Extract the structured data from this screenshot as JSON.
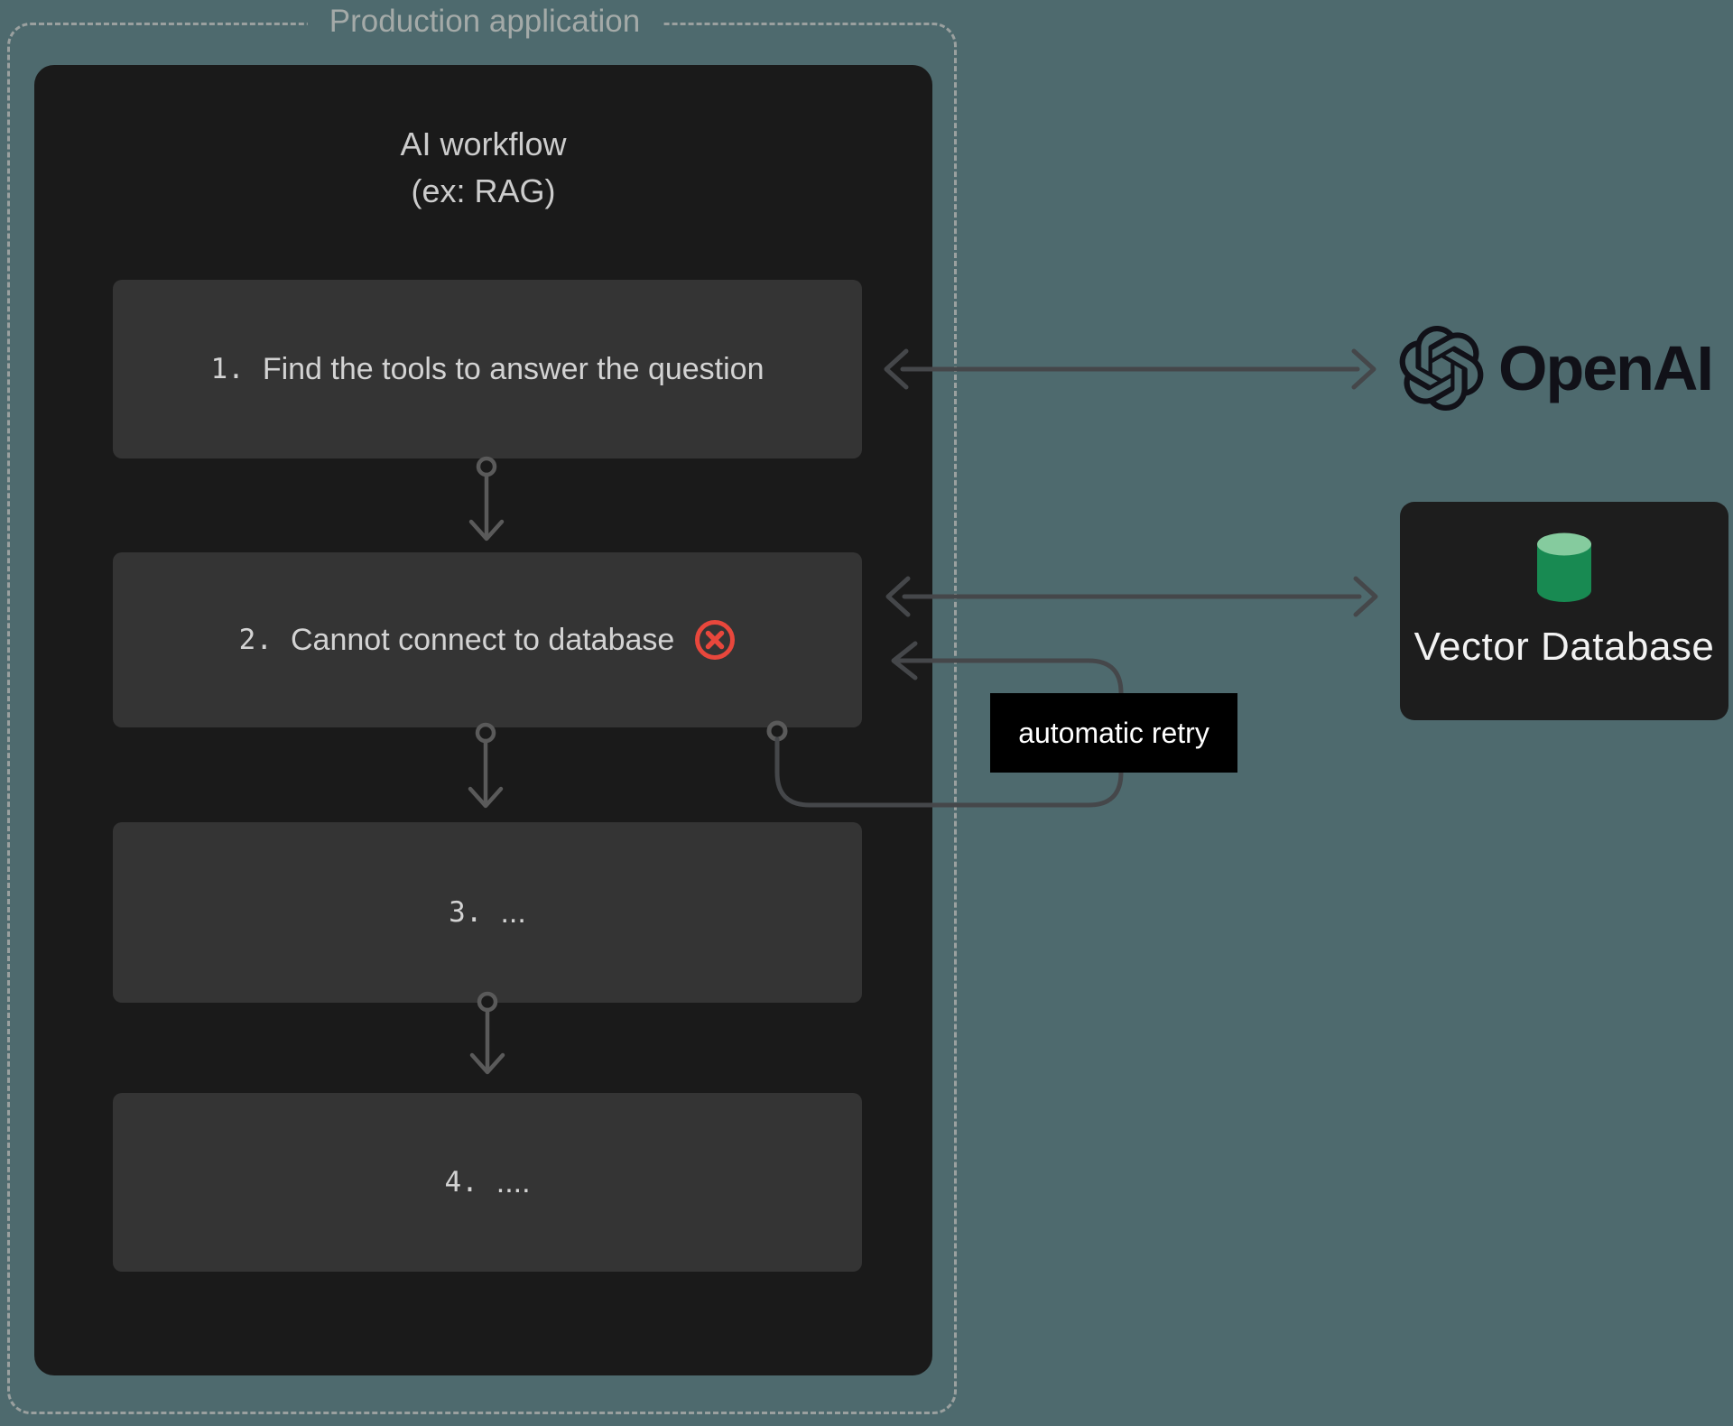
{
  "frame": {
    "label": "Production application"
  },
  "workflow": {
    "title_line1": "AI workflow",
    "title_line2": "(ex: RAG)",
    "steps": [
      {
        "num": "1.",
        "label": "Find the tools to answer the question"
      },
      {
        "num": "2.",
        "label": "Cannot connect to database"
      },
      {
        "num": "3.",
        "label": "..."
      },
      {
        "num": "4.",
        "label": "...."
      }
    ]
  },
  "annotations": {
    "retry_label": "automatic retry"
  },
  "services": {
    "openai": {
      "wordmark": "OpenAI"
    },
    "vector_db": {
      "label": "Vector Database"
    }
  },
  "colors": {
    "background": "#4e6a6e",
    "container": "#1a1a1a",
    "step_box": "#343434",
    "error_red": "#e8473c",
    "db_green_top": "#85cb9e",
    "db_green_body": "#188a52",
    "retry_label_bg": "#000000",
    "external_arrow": "#45474a",
    "internal_arrow": "#5a5a5a",
    "dashed_border": "#9aa09f"
  }
}
